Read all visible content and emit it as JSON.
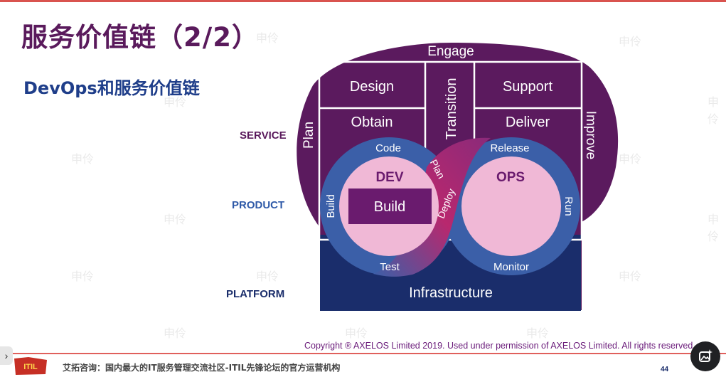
{
  "slide": {
    "title": "服务价值链（2/2）",
    "subtitle": "DevOps和服务价值链"
  },
  "labels": {
    "service": "SERVICE",
    "product": "PRODUCT",
    "platform": "PLATFORM"
  },
  "diagram": {
    "engage": "Engage",
    "design": "Design",
    "obtain": "Obtain",
    "transition": "Transition",
    "support": "Support",
    "deliver": "Deliver",
    "plan_vertical": "Plan",
    "improve": "Improve",
    "dev": "DEV",
    "ops": "OPS",
    "build_box": "Build",
    "code": "Code",
    "plan_loop": "Plan",
    "build_loop": "Build",
    "test": "Test",
    "deploy": "Deploy",
    "release": "Release",
    "run": "Run",
    "monitor": "Monitor",
    "infrastructure": "Infrastructure"
  },
  "colors": {
    "purple": "#5b1a5e",
    "navy": "#1a2d6b",
    "blue_ring": "#3b5fa8",
    "pink": "#f0b8d6",
    "magenta": "#b8286e",
    "dev_box": "#6a1b6e"
  },
  "copyright": "Copyright ® AXELOS Limited 2019. Used under permission of AXELOS Limited. All rights reserved.",
  "footer": {
    "text": "艾拓咨询：国内最大的IT服务管理交流社区-ITIL先锋论坛的官方运营机构",
    "page": "44",
    "logo_text": "ITIL"
  },
  "watermark": "申伶",
  "icons": {
    "nav": "chevron-right-icon",
    "fab": "image-sparkle-icon"
  }
}
